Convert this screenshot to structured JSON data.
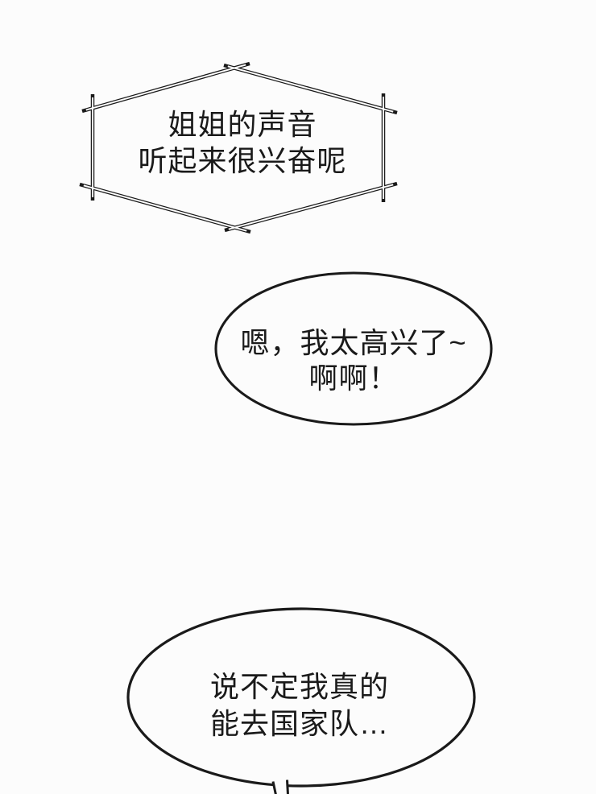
{
  "page": {
    "paper": "#fcfcfc",
    "ink": "#1a1a1a"
  },
  "bubbles": [
    {
      "name": "shout-bubble",
      "shape": "hexagon-crossed-sticks",
      "lines": [
        "姐姐的声音",
        "听起来很兴奋呢"
      ]
    },
    {
      "name": "oval-speech-bubble",
      "shape": "ellipse",
      "lines": [
        "嗯，我太高兴了~",
        "啊啊！"
      ]
    },
    {
      "name": "oval-speech-bubble-with-tail",
      "shape": "ellipse-tail-bottom",
      "lines": [
        "说不定我真的",
        "能去国家队…"
      ]
    }
  ]
}
